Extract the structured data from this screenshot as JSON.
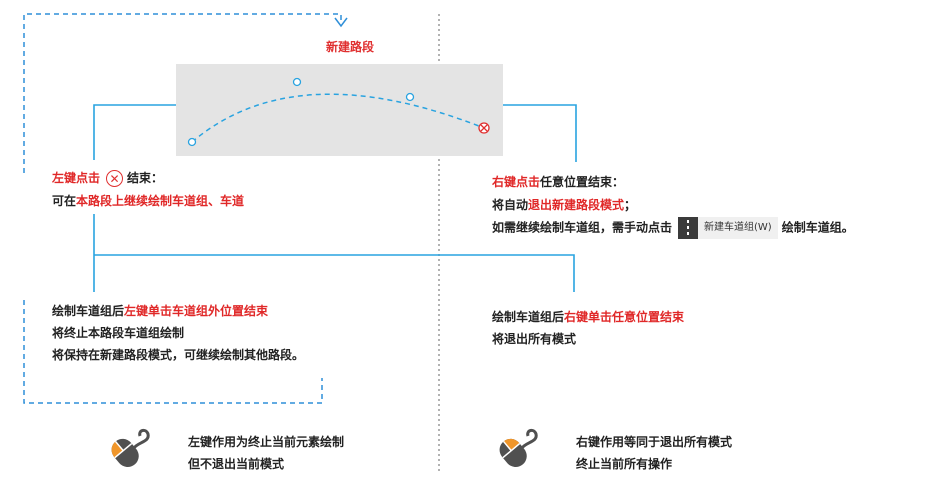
{
  "header": {
    "title": "新建路段"
  },
  "left_top": {
    "line1_red": "左键点击",
    "line1_end": "结束：",
    "line2_prefix": "可在",
    "line2_red": "本路段上继续绘制车道组、车道",
    "close_glyph": "✕"
  },
  "right_top": {
    "line1_red": "右键点击",
    "line1_end": "任意位置结束：",
    "line2_prefix": "将自动",
    "line2_red": "退出新建路段模式",
    "line2_end": "；",
    "line3_prefix": "如需继续绘制车道组，需手动点击",
    "button_label": "新建车道组(W)",
    "line3_end": "绘制车道组。"
  },
  "left_bottom": {
    "line1_prefix": "绘制车道组后",
    "line1_red": "左键单击车道组外位置结束",
    "line2": "将终止本路段车道组绘制",
    "line3": "将保持在新建路段模式，可继续绘制其他路段。"
  },
  "right_bottom": {
    "line1_prefix": "绘制车道组后",
    "line1_red": "右键单击任意位置结束",
    "line2": "将退出所有模式"
  },
  "footer_left": {
    "line1": "左键作用为终止当前元素绘制",
    "line2": "但不退出当前模式",
    "icon": "mouse-left-click-icon"
  },
  "footer_right": {
    "line1": "右键作用等同于退出所有模式",
    "line2": "终止当前所有操作",
    "icon": "mouse-right-click-icon"
  },
  "colors": {
    "accent_blue": "#29a3e0",
    "dashed_blue": "#2f8fd8",
    "red": "#e02828",
    "orange": "#f0962a",
    "dark_grey": "#505050",
    "panel_grey": "#e4e4e4"
  }
}
